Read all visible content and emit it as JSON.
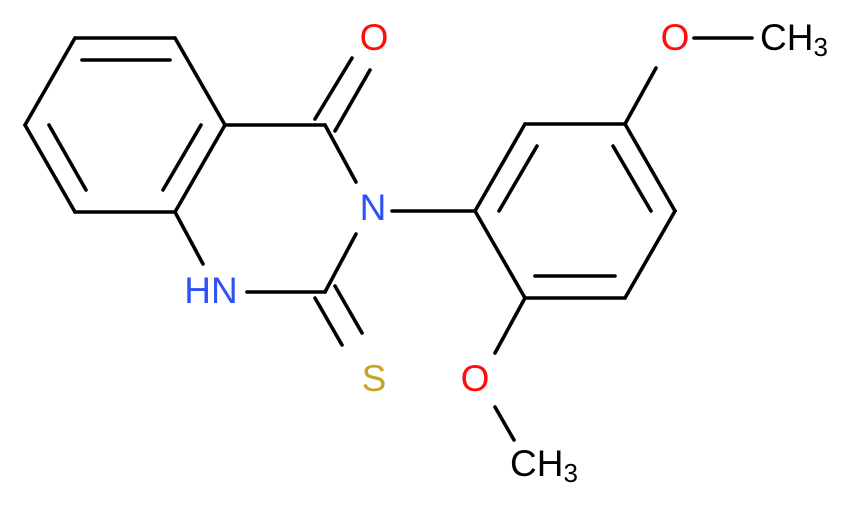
{
  "structure": {
    "atoms": {
      "carbonyl_oxygen": {
        "text": "O",
        "color": "#ff0d0d"
      },
      "n3": {
        "text": "N",
        "color": "#3050f8"
      },
      "n1h": {
        "text": "HN",
        "color": "#3050f8"
      },
      "thione_sulfur": {
        "text": "S",
        "color": "#c6a424"
      },
      "methoxy_top_oxygen": {
        "text": "O",
        "color": "#ff0d0d"
      },
      "methoxy_top_methyl": {
        "text": "CH",
        "subscript": "3",
        "color": "#000000"
      },
      "methoxy_bottom_oxygen": {
        "text": "O",
        "color": "#ff0d0d"
      },
      "methoxy_bottom_methyl": {
        "text": "CH",
        "subscript": "3",
        "color": "#000000"
      }
    }
  }
}
